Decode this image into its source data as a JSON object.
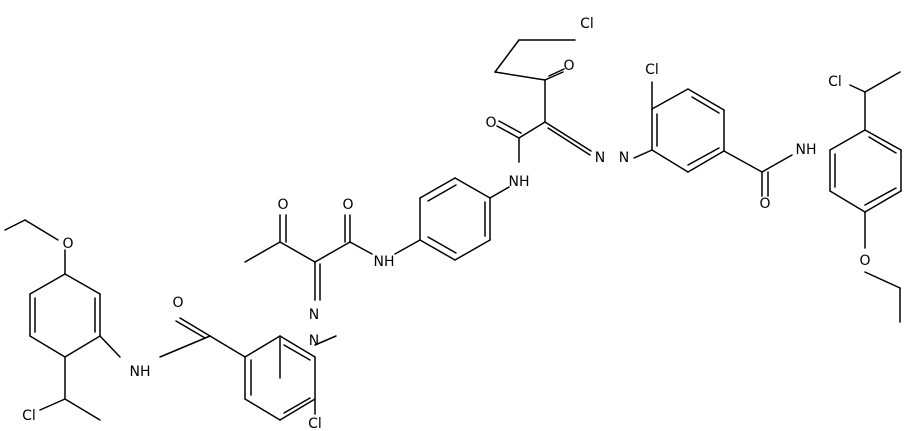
{
  "atoms": {
    "cl_top_chain": "Cl",
    "o_ketone_top": "O",
    "o_amide_top": "O",
    "nh_top": "NH",
    "cl_ring_right": "Cl",
    "n_azo_right_1": "N",
    "n_azo_right_2": "N",
    "o_amide_right": "O",
    "nh_right": "NH",
    "cl_ethyl_right": "Cl",
    "o_ether_right": "O",
    "o_acetyl": "O",
    "o_amide_center": "O",
    "nh_center": "NH",
    "n_azo_left_1": "N",
    "n_azo_left_2": "N",
    "cl_ring_left": "Cl",
    "o_amide_left": "O",
    "nh_left": "NH",
    "o_ether_left": "O",
    "cl_ethyl_left": "Cl"
  }
}
